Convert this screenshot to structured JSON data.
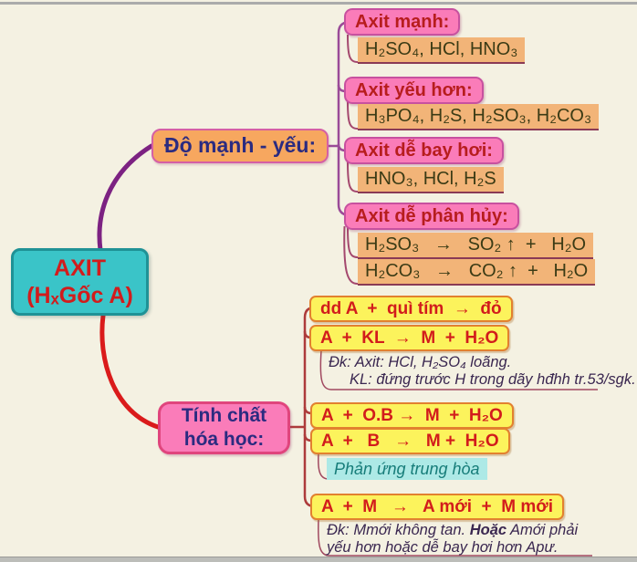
{
  "root_node": {
    "title": "AXIT",
    "subtitle": "(HₓGốc A)"
  },
  "strength_branch": {
    "label": "Độ mạnh - yếu:",
    "topics": [
      {
        "label": "Axit mạnh:",
        "items": [
          "H₂SO₄, HCl, HNO₃"
        ]
      },
      {
        "label": "Axit yếu hơn:",
        "items": [
          "H₃PO₄, H₂S, H₂SO₃, H₂CO₃"
        ]
      },
      {
        "label": "Axit dễ bay hơi:",
        "items": [
          "HNO₃, HCl, H₂S"
        ]
      },
      {
        "label": "Axit dễ phân hủy:",
        "items": [
          "H₂SO₃   →   SO₂ ↑  +   H₂O",
          "H₂CO₃   →   CO₂ ↑  +   H₂O"
        ]
      }
    ]
  },
  "chemistry_branch": {
    "label_line1": "Tính chất",
    "label_line2": "hóa học:",
    "reactions": [
      {
        "formula": "dd A  +  quì tím  →  đỏ"
      },
      {
        "formula": "A  +  KL  →  M  +  H₂O",
        "note_line1": "Đk: Axit: HCl, H₂SO₄ loãng.",
        "note_line2": "KL: đứng trước H trong dãy hđhh tr.53/sgk."
      },
      {
        "formula": "A  +  O.B →  M  +  H₂O"
      },
      {
        "formula": "A  +   B   →   M +  H₂O",
        "note": "Phản ứng trung hòa"
      },
      {
        "formula": "A  +  M   →   A mới  +  M mới",
        "note_part1": "Đk: Mmới không tan. ",
        "note_bold": "Hoặc",
        "note_part2": " Amới phải",
        "note_line2": "yếu hơn hoặc dễ bay hơi hơn Apư."
      }
    ]
  },
  "colors": {
    "background": "#f4f1e2",
    "root_fill": "#3ac4c8",
    "pink_fill": "#fa7cb9",
    "orange_fill": "#f7a75f",
    "highlight_fill": "#f2b478",
    "yellow_fill": "#fcf35c",
    "cyan_fill": "#ade9e6",
    "main_branch_purple": "#7c2282",
    "main_branch_red": "#da1b1b"
  }
}
